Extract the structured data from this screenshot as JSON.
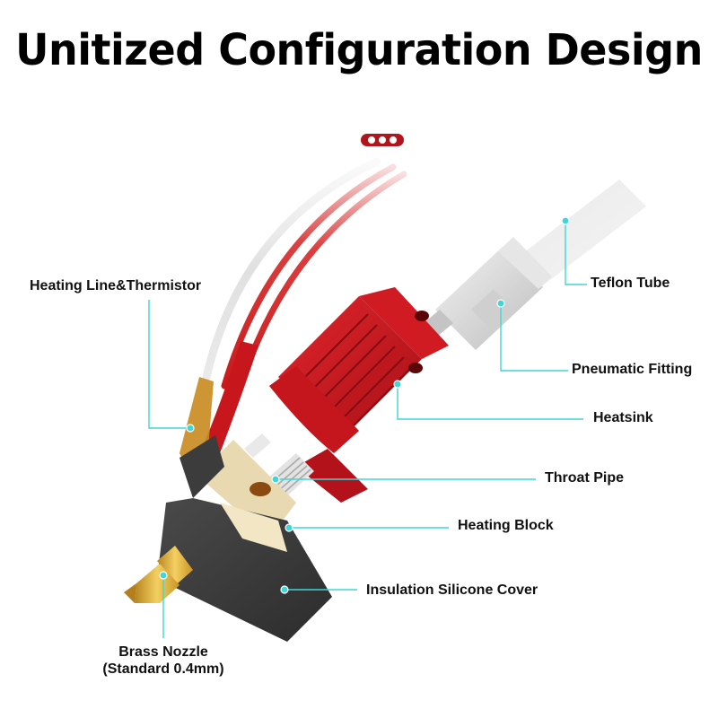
{
  "title": "Unitized Configuration Design",
  "badge": {
    "icon": "three-dots-icon",
    "color": "#b1141a"
  },
  "accent_color": "#3ed6d6",
  "labels": {
    "heating_line": "Heating Line&Thermistor",
    "teflon_tube": "Teflon Tube",
    "pneumatic_fitting": "Pneumatic Fitting",
    "heatsink": "Heatsink",
    "throat_pipe": "Throat Pipe",
    "heating_block": "Heating Block",
    "insulation_cover": "Insulation Silicone Cover",
    "brass_nozzle": "Brass Nozzle",
    "brass_nozzle_spec": "(Standard 0.4mm)"
  },
  "colors": {
    "heatsink_red": "#c8161d",
    "silicone_gray": "#3d3d3d",
    "brass": "#d6a53a",
    "fitting_silver": "#dcdcdc",
    "kapton": "#c98a1e"
  }
}
